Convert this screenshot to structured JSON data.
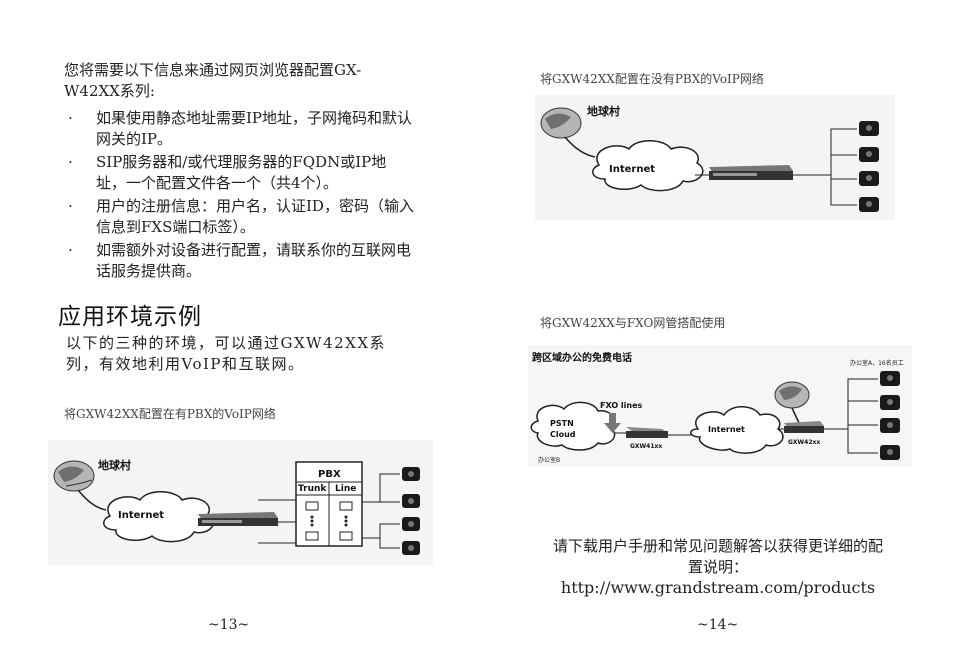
{
  "left_page": {
    "intro": "您将需要以下信息来通过网页浏览器配置GX-W42XX系列:",
    "bullets": [
      {
        "dot": "·",
        "text": "如果使用静态地址需要IP地址，子网掩码和默认网关的IP。"
      },
      {
        "dot": "·",
        "text": "SIP服务器和/或代理服务器的FQDN或IP地址，一个配置文件各一个（共4个）。"
      },
      {
        "dot": "·",
        "text": "用户的注册信息：用户名，认证ID，密码（输入信息到FXS端口标签）。"
      },
      {
        "dot": "·",
        "text": "如需额外对设备进行配置，请联系你的互联网电话服务提供商。"
      }
    ],
    "section_title": "应用环境示例",
    "section_body": "以下的三种的环境，可以通过GXW42XX系列，有效地利用VoIP和互联网。",
    "caption_with_pbx": "将GXW42XX配置在有PBX的VoIP网络",
    "diagram1": {
      "globe_label": "地球村",
      "cloud_label": "Internet",
      "pbx_title": "PBX",
      "pbx_trunk": "Trunk",
      "pbx_line": "Line"
    },
    "page_number": "~13~"
  },
  "right_page": {
    "caption_without_pbx": "将GXW42XX配置在没有PBX的VoIP网络",
    "diagram2": {
      "globe_label": "地球村",
      "cloud_label": "Internet"
    },
    "caption_fxo": "将GXW42XX与FXO网管搭配使用",
    "diagram3": {
      "title": "跨区域办公的免费电话",
      "office_a": "办公室A，16名员工",
      "fxo_lines": "FXO lines",
      "pstn_line1": "PSTN",
      "pstn_line2": "Cloud",
      "gxw41": "GXW41xx",
      "office_b": "办公室B",
      "cloud_label": "Internet",
      "gxw42": "GXW42xx"
    },
    "footer_text": "请下载用户手册和常见问题解答以获得更详细的配置说明：",
    "footer_url": "http://www.grandstream.com/products",
    "page_number": "~14~"
  },
  "colors": {
    "text": "#222222",
    "caption": "#444444",
    "phone": "#1a1a1a",
    "globe_gray": "#9a9a9a"
  },
  "icons": [
    "globe-icon",
    "cloud-icon",
    "gateway-device-icon",
    "telephone-icon",
    "pbx-box-icon",
    "arrow-down-icon"
  ]
}
